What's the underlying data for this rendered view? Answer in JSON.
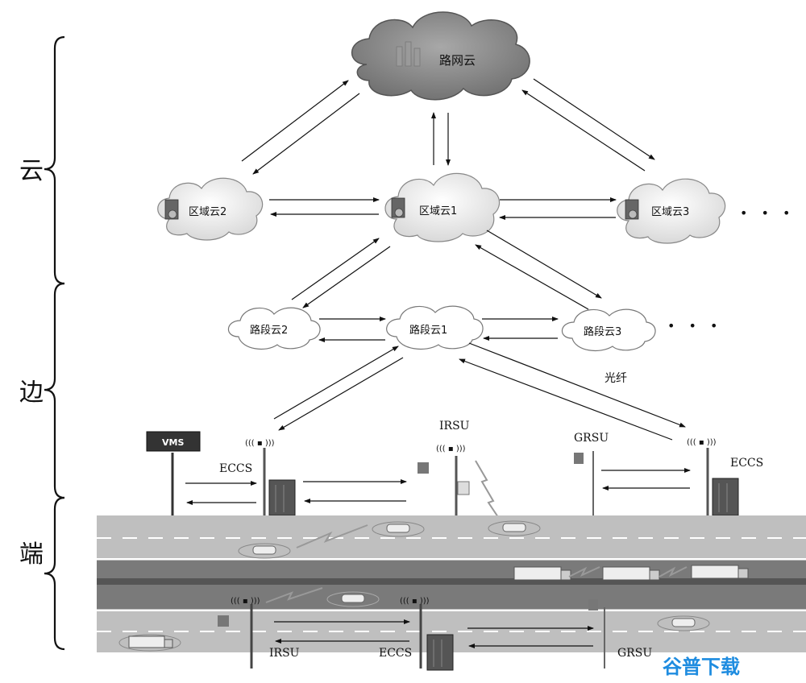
{
  "tiers": {
    "cloud": "云",
    "edge": "边",
    "end": "端"
  },
  "clouds": {
    "road_network": "路网云",
    "region_1": "区域云1",
    "region_2": "区域云2",
    "region_3": "区域云3",
    "segment_1": "路段云1",
    "segment_2": "路段云2",
    "segment_3": "路段云3"
  },
  "ellipsis": "• • •",
  "link_label": "光纤",
  "devices": {
    "vms": "VMS",
    "eccs_left": "ECCS",
    "eccs_right": "ECCS",
    "eccs_bottom": "ECCS",
    "irsu_top": "IRSU",
    "irsu_bottom": "IRSU",
    "grsu_top": "GRSU",
    "grsu_bottom": "GRSU",
    "antenna": "((( ▪ )))"
  },
  "watermark": "谷普下载",
  "colors": {
    "road_gray": "#bfbfbf",
    "road_dark": "#6e6e6e",
    "cloud_dark": "#8c8c8c",
    "watermark_blue": "#1e8ce0"
  }
}
